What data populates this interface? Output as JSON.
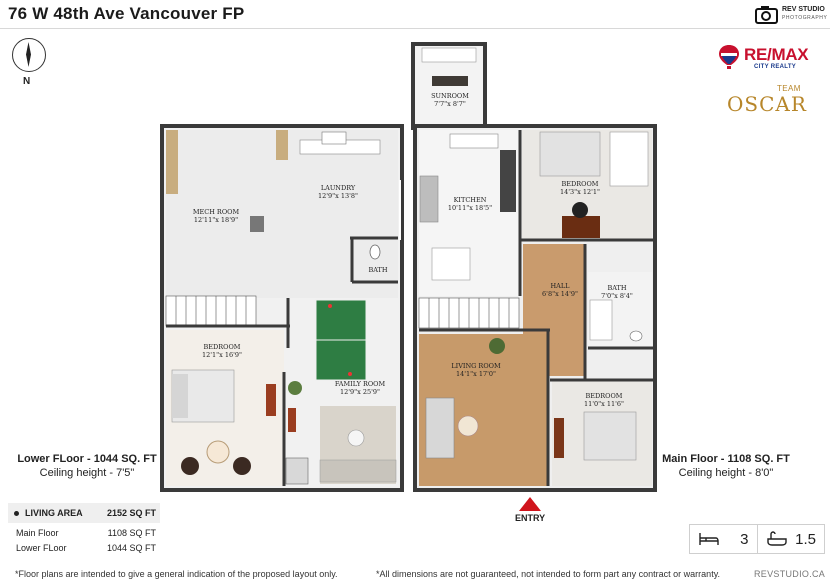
{
  "header": {
    "title": "76 W 48th Ave Vancouver FP",
    "brand_name": "REV STUDIO",
    "brand_sub": "PHOTOGRAPHY"
  },
  "compass": {
    "label": "N"
  },
  "agency": {
    "name": "RE/MAX",
    "sub": "CITY REALTY",
    "team_word": "TEAM",
    "team_name": "OSCAR"
  },
  "rooms": {
    "mech_room": {
      "name": "MECH ROOM",
      "dims": "12'11\"x 18'9\""
    },
    "laundry": {
      "name": "LAUNDRY",
      "dims": "12'9\"x 13'8\""
    },
    "lower_bath": {
      "name": "BATH"
    },
    "lower_bedroom": {
      "name": "BEDROOM",
      "dims": "12'1\"x 16'9\""
    },
    "family_room": {
      "name": "FAMILY ROOM",
      "dims": "12'9\"x 25'9\""
    },
    "sunroom": {
      "name": "SUNROOM",
      "dims": "7'7\"x 8'7\""
    },
    "kitchen": {
      "name": "KITCHEN",
      "dims": "10'11\"x 18'5\""
    },
    "main_bedroom_1": {
      "name": "BEDROOM",
      "dims": "14'3\"x 12'1\""
    },
    "hall": {
      "name": "HALL",
      "dims": "6'8\"x 14'9\""
    },
    "main_bath": {
      "name": "BATH",
      "dims": "7'0\"x 8'4\""
    },
    "living_room": {
      "name": "LIVING ROOM",
      "dims": "14'1\"x 17'0\""
    },
    "main_bedroom_2": {
      "name": "BEDROOM",
      "dims": "11'0\"x 11'6\""
    }
  },
  "lower_floor": {
    "title": "Lower FLoor - 1044 SQ. FT",
    "ceiling": "Ceiling height - 7'5\""
  },
  "main_floor": {
    "title": "Main Floor - 1108 SQ. FT",
    "ceiling": "Ceiling height - 8'0\""
  },
  "entry": {
    "label": "ENTRY",
    "color": "#d0141c"
  },
  "living_area": {
    "label": "LIVING AREA",
    "total": "2152 SQ FT",
    "rows": [
      {
        "label": "Main Floor",
        "value": "1108 SQ FT"
      },
      {
        "label": "Lower FLoor",
        "value": "1044 SQ FT"
      }
    ]
  },
  "counts": {
    "beds": "3",
    "baths": "1.5",
    "bed_icon": "bed-icon",
    "bath_icon": "bathtub-icon"
  },
  "footer": {
    "left": "*Floor plans are intended to give a general indication of the proposed layout only.",
    "middle": "*All dimensions are not guaranteed, not intended to form part any contract or warranty.",
    "right": "REVSTUDIO.CA"
  },
  "colors": {
    "accent_red": "#d0141c",
    "remax_red": "#c8102e",
    "remax_blue": "#1a3a8c",
    "team_gold": "#b7862a"
  }
}
